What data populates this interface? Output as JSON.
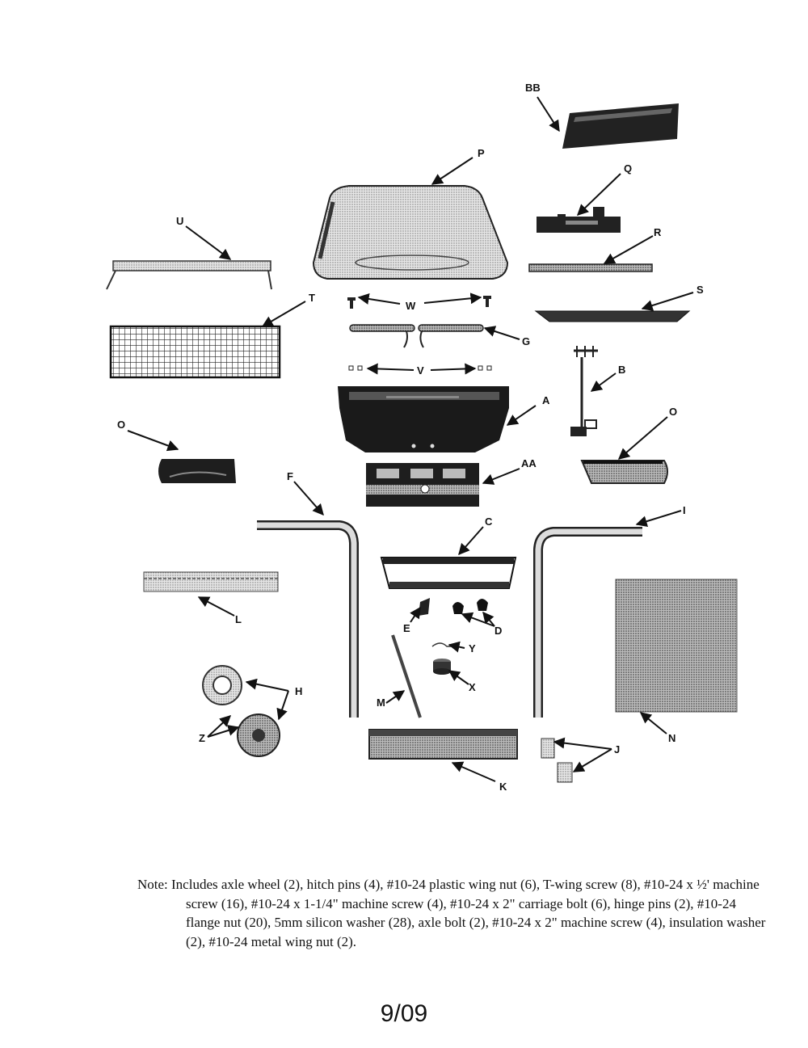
{
  "labels": {
    "BB": "BB",
    "P": "P",
    "Q": "Q",
    "R": "R",
    "U": "U",
    "S": "S",
    "T": "T",
    "W": "W",
    "G": "G",
    "B": "B",
    "V": "V",
    "A": "A",
    "O_left": "O",
    "O_right": "O",
    "AA": "AA",
    "F": "F",
    "I": "I",
    "C": "C",
    "L": "L",
    "E": "E",
    "D": "D",
    "Y": "Y",
    "H": "H",
    "X": "X",
    "M": "M",
    "N": "N",
    "Z": "Z",
    "J": "J",
    "K": "K"
  },
  "note": "Note: Includes axle wheel (2), hitch pins (4), #10-24 plastic wing nut (6), T-wing screw (8), #10-24 x ½' machine screw (16), #10-24 x 1-1/4\" machine screw (4), #10-24 x 2\" carriage bolt (6), hinge pins (2), #10-24 flange nut (20), 5mm silicon washer (28), axle bolt (2), #10-24 x 2\" machine screw (4), insulation washer (2), #10-24 metal wing nut (2).",
  "page_number": "9/09"
}
